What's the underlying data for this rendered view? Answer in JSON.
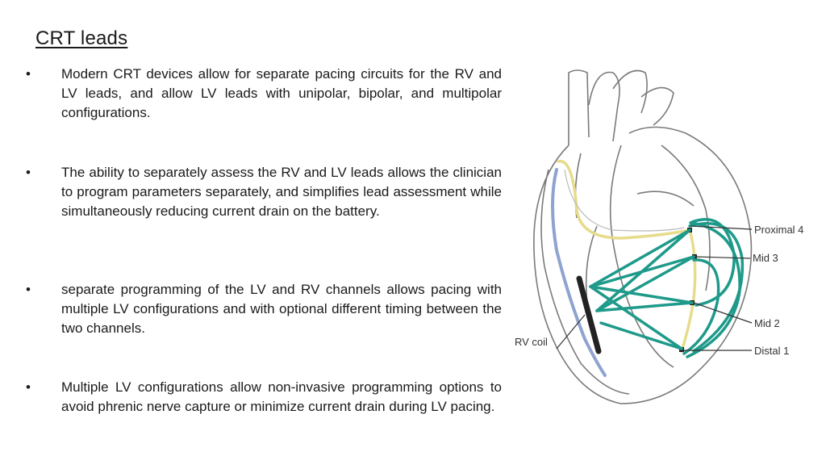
{
  "title": "CRT leads",
  "bullets": [
    {
      "marker": "•",
      "text": "Modern CRT devices allow for separate pacing circuits for the RV and LV leads, and allow LV leads with unipolar, bipolar, and multipolar configurations."
    },
    {
      "marker": "•",
      "text": "The ability to separately assess the RV and LV leads allows the clinician to program parameters separately, and simplifies lead assessment while simultaneously reducing current drain on the battery."
    },
    {
      "marker": "•",
      "text": "separate programming of the LV and RV channels allows pacing with multiple LV configurations and with optional different timing between the two channels."
    },
    {
      "marker": "•",
      "text": "Multiple LV configurations allow non-invasive programming options to avoid phrenic nerve capture or minimize current drain during LV pacing."
    }
  ],
  "figure": {
    "labels": {
      "proximal": "Proximal 4",
      "mid3": "Mid 3",
      "mid2": "Mid 2",
      "distal": "Distal 1",
      "rv_coil": "RV coil"
    },
    "colors": {
      "outline": "#7a7a7a",
      "lead_yellow": "#e6dc8c",
      "vector_teal": "#1e9a8a",
      "rv_lead": "#8ea3cf",
      "coil": "#222222"
    }
  }
}
